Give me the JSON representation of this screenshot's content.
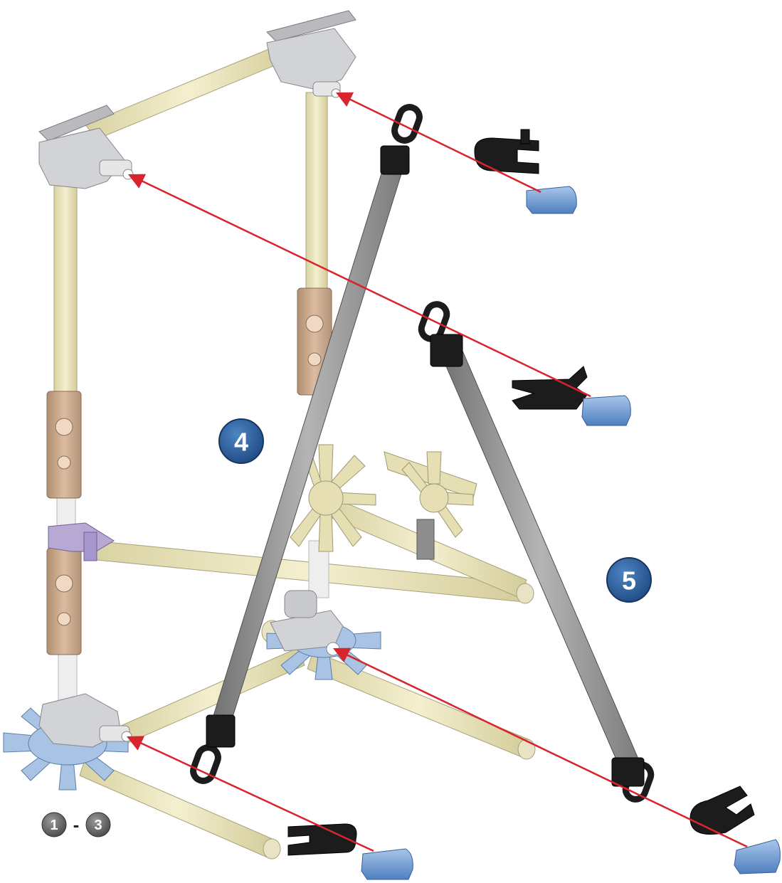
{
  "step_badges": [
    {
      "id": "step-4",
      "label": "4"
    },
    {
      "id": "step-5",
      "label": "5"
    }
  ],
  "previous_steps": {
    "from": "1",
    "separator": "-",
    "to": "3"
  },
  "colors": {
    "rod_yellow": "#ece6bd",
    "rod_gray": "#8f8f8f",
    "connector_gray": "#cfd0d2",
    "connector_tan": "#c9a78a",
    "connector_blue": "#9cbadb",
    "clip_black": "#1c1c1c",
    "cap_blue": "#6e9ad0",
    "arrow_red": "#d8242c",
    "badge_blue": "#2a5a9a"
  }
}
